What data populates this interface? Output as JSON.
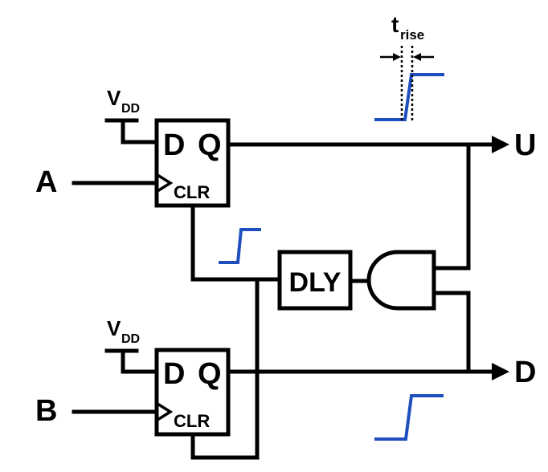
{
  "inputs": {
    "a": "A",
    "b": "B"
  },
  "outputs": {
    "u": "U",
    "d": "D"
  },
  "supply": {
    "v": "V",
    "sub": "DD"
  },
  "flipflop": {
    "d_pin": "D",
    "q_pin": "Q",
    "clr_pin": "CLR"
  },
  "delay_block": "DLY",
  "rise_time": {
    "t": "t",
    "sub": "rise"
  },
  "colors": {
    "wire": "#000000",
    "waveform": "#1f4fbf"
  }
}
